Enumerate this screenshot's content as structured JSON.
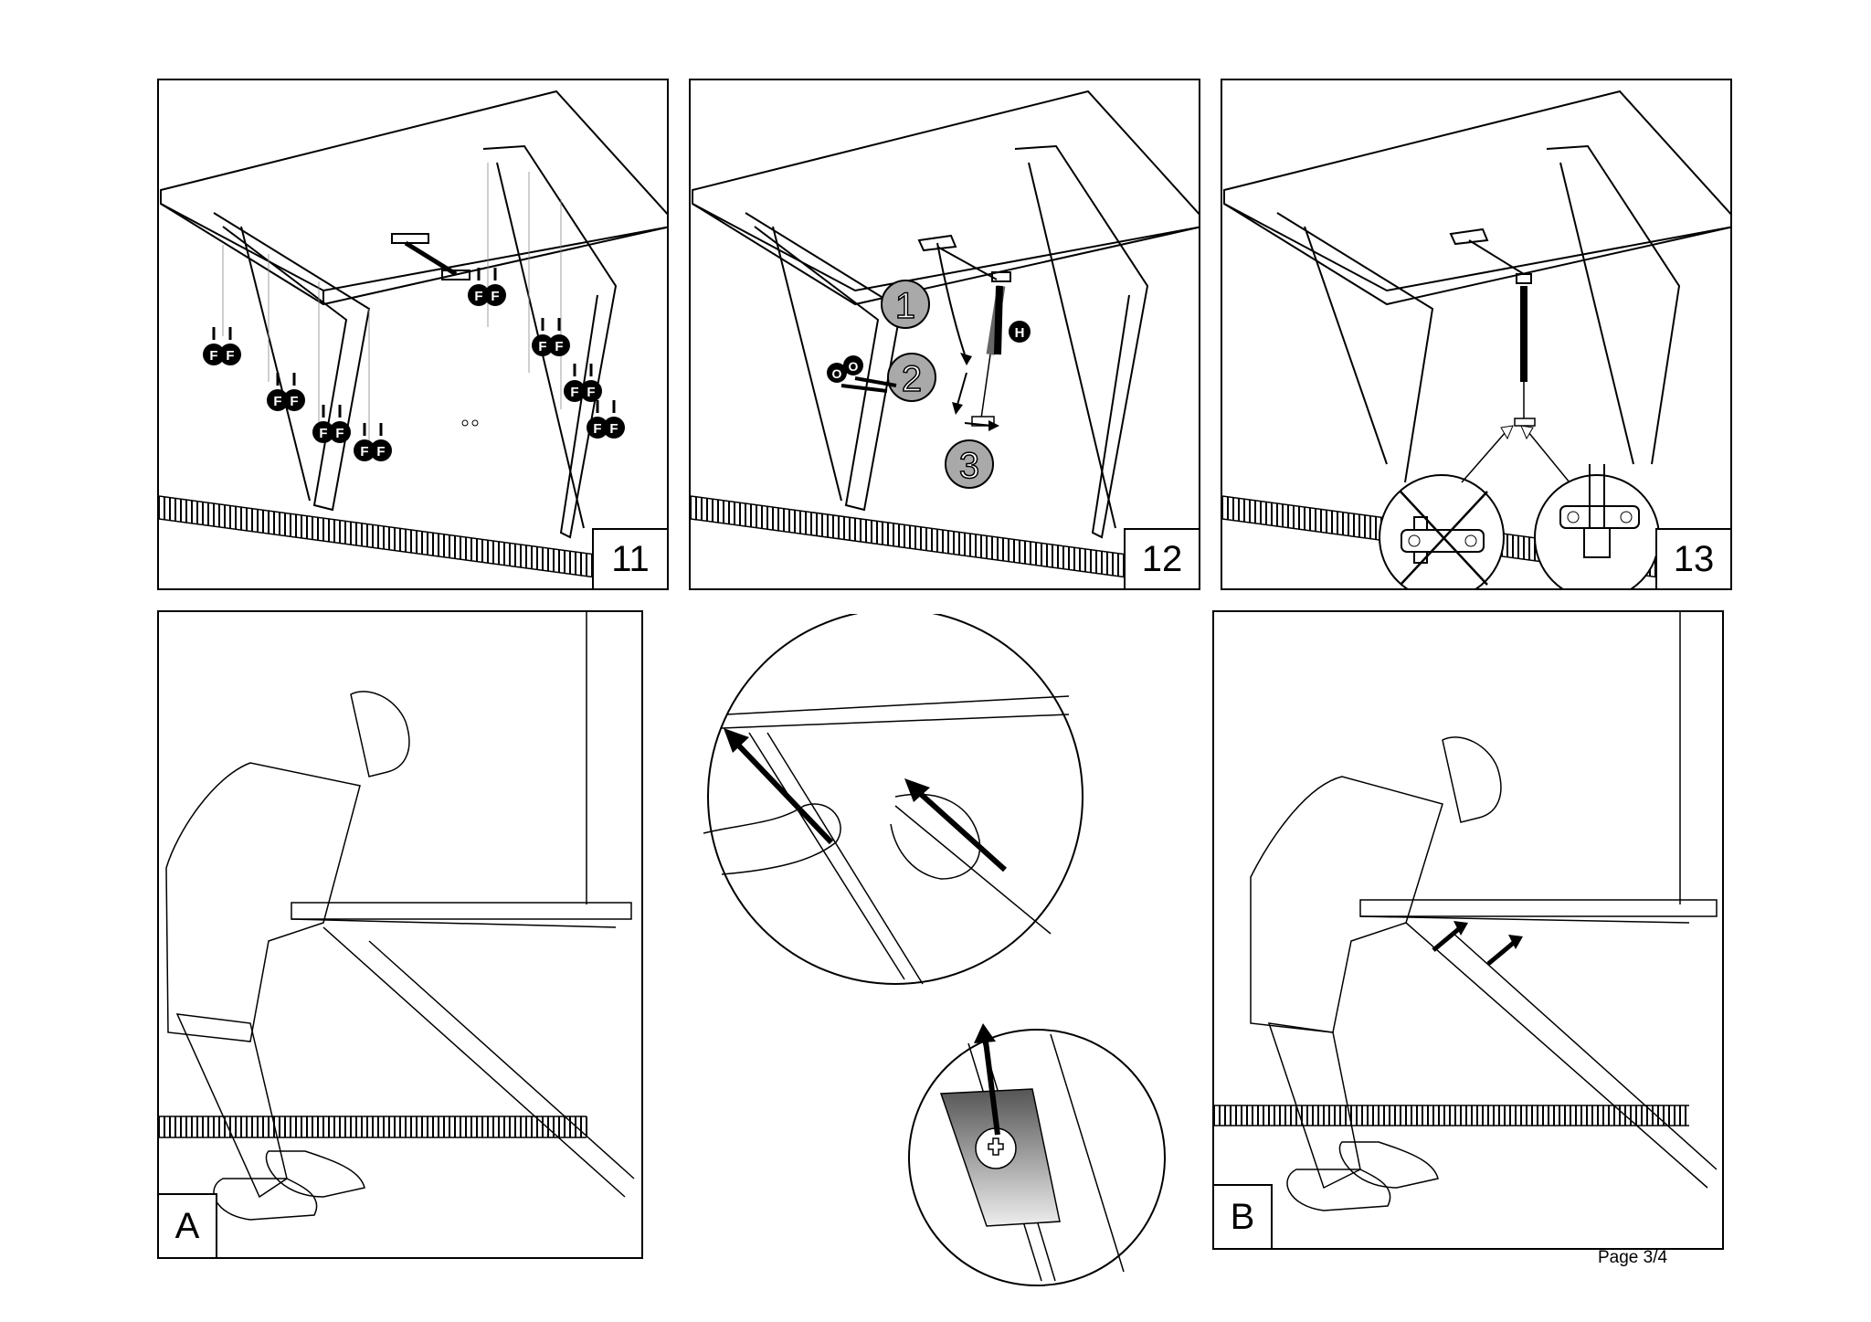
{
  "page": {
    "label": "Page 3/4"
  },
  "steps": [
    {
      "number": "11"
    },
    {
      "number": "12"
    },
    {
      "number": "13"
    }
  ],
  "photos": [
    {
      "letter": "A"
    },
    {
      "letter": "B"
    }
  ],
  "part_labels": {
    "screw": "F",
    "plug": "O",
    "gas_spring": "H"
  },
  "step12_callouts": [
    "1",
    "2",
    "3"
  ],
  "colors": {
    "line": "#000000",
    "callout_fill": "#a9a9a9",
    "plate": "#666666"
  }
}
